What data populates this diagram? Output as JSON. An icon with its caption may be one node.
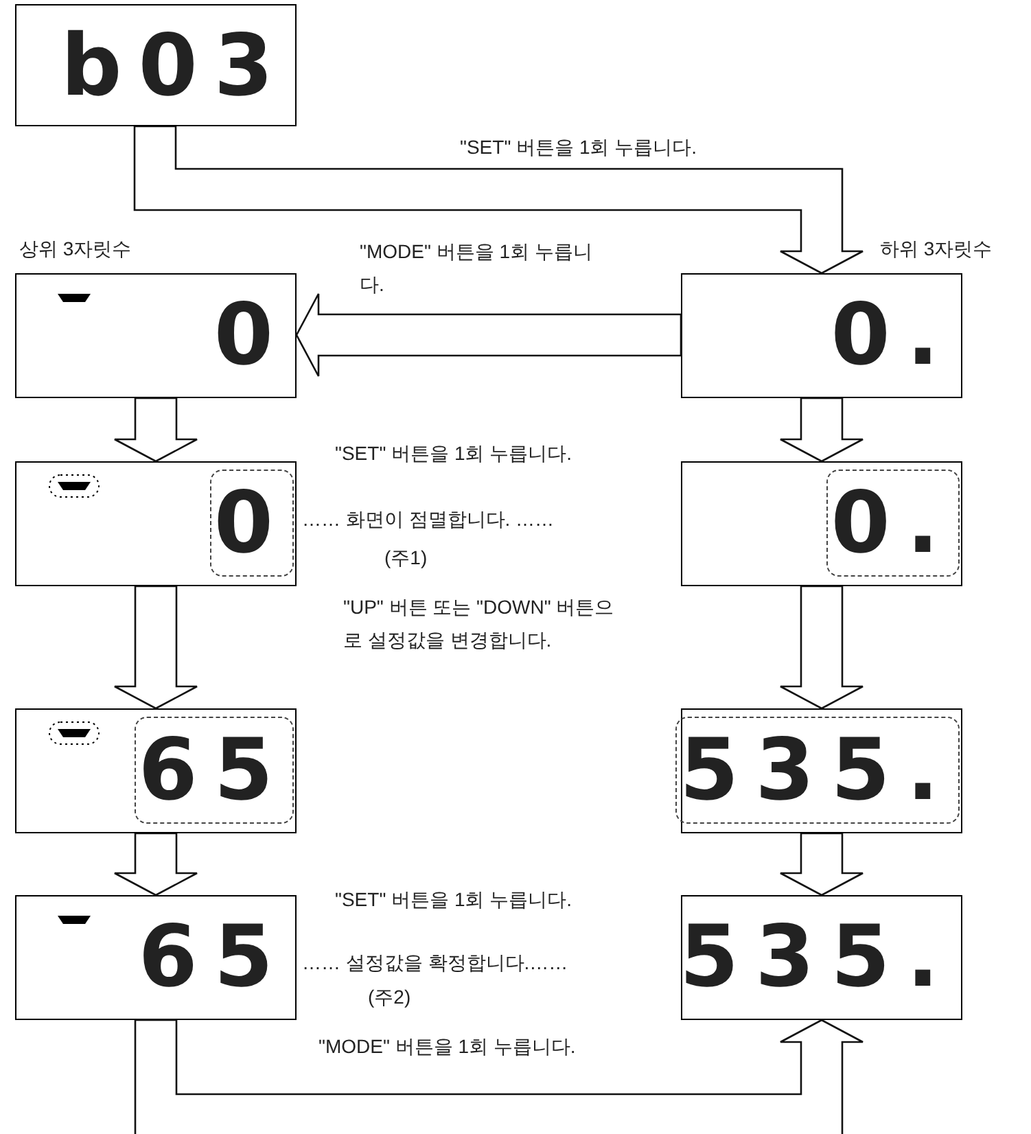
{
  "diagram": {
    "nodes": [
      {
        "text": [
          "b03"
        ]
      },
      {
        "text": [
          "0"
        ]
      },
      {
        "text": [
          "0."
        ]
      },
      {
        "text": [
          "0"
        ]
      },
      {
        "text": [
          "0."
        ]
      },
      {
        "text": [
          "65"
        ]
      },
      {
        "text": [
          "535."
        ]
      },
      {
        "text": [
          "65"
        ]
      },
      {
        "text": [
          "535."
        ]
      }
    ],
    "edges": [
      {
        "from": 0,
        "to": 2,
        "arrow": "to",
        "label": "\"SET\" 버튼을 1회 누릅니다."
      },
      {
        "from": 2,
        "to": 1,
        "arrow": "to",
        "label": "\"MODE\" 버튼을 1회 누릅니다."
      },
      {
        "from": 1,
        "to": 3,
        "arrow": "to"
      },
      {
        "from": 2,
        "to": 4,
        "arrow": "to"
      },
      {
        "from": 3,
        "to": 5,
        "arrow": "to"
      },
      {
        "from": 4,
        "to": 6,
        "arrow": "to"
      },
      {
        "from": 5,
        "to": 7,
        "arrow": "to"
      },
      {
        "from": 6,
        "to": 8,
        "arrow": "to"
      },
      {
        "from": 7,
        "to": 8,
        "arrow": "to",
        "label": "\"MODE\" 버튼을 1회 누릅니다."
      }
    ],
    "labels": [
      "상위 3자릿수",
      "하위 3자릿수",
      "\"SET\" 버튼을 1회 누릅니다.",
      "…… 화면이 점멸합니다. ……",
      "(주1)",
      "\"UP\" 버튼 또는 \"DOWN\" 버튼으로 설정값을 변경합니다.",
      "\"SET\" 버튼을 1회 누릅니다.",
      "…… 설정값을 확정합니다.……",
      "(주2)"
    ]
  }
}
